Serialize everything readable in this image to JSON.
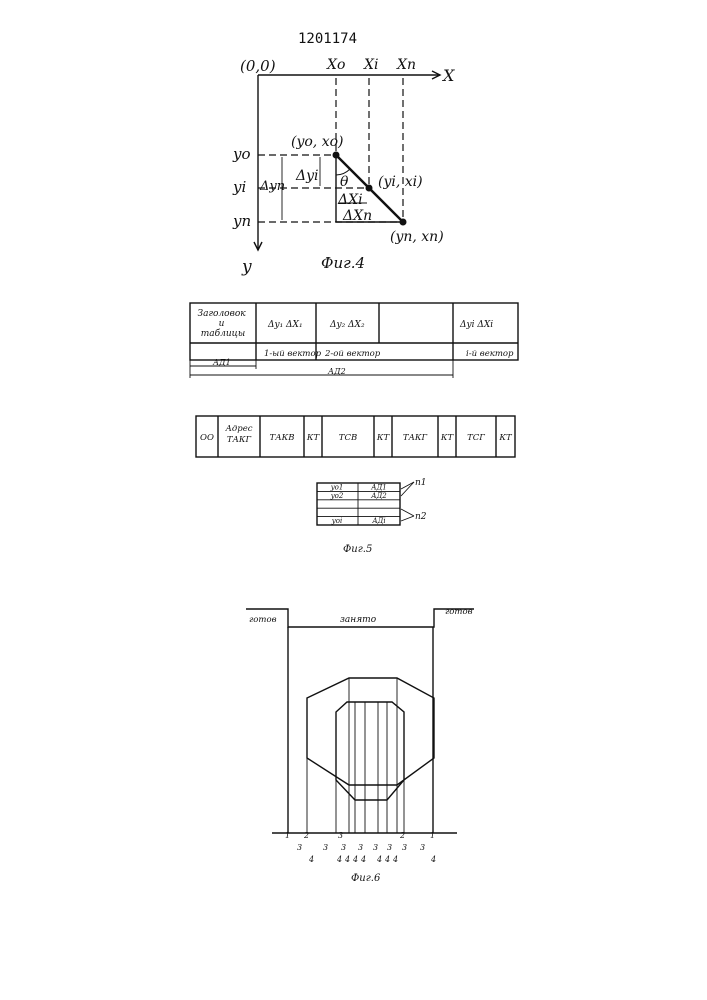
{
  "patent_number": "1201174",
  "fig4": {
    "origin": "(0,0)",
    "x_axis": "X",
    "y_axis": "y",
    "x_ticks": [
      "Xo",
      "Xi",
      "Xn"
    ],
    "y_ticks": [
      "yo",
      "yi",
      "yn"
    ],
    "point_0": "(yo, xo)",
    "point_i": "(yi, xi)",
    "point_n": "(yn, xn)",
    "delta_yn": "Δyn",
    "delta_yi": "Δyi",
    "theta": "θ",
    "delta_xi": "ΔXi",
    "delta_xn": "ΔXn",
    "caption": "Фиг.4"
  },
  "fig5": {
    "table": {
      "header_cell": "Заголовок\nи\nтаблицы",
      "cells": [
        "Δy₁ ΔX₁",
        "Δy₂ ΔX₂",
        "",
        "Δyi ΔXi"
      ],
      "vectors": [
        "1-ый вектор",
        "2-ой вектор",
        "i-й вектор"
      ],
      "ad1": "АД1",
      "ad2": "АД2"
    },
    "record": [
      "ОО",
      "Адрес\nТАКГ",
      "ТАКВ",
      "КТ",
      "ТСВ",
      "КТ",
      "ТАКГ",
      "КТ",
      "ТСГ",
      "КТ"
    ],
    "small_table": {
      "rows": [
        [
          "yo1",
          "АД1"
        ],
        [
          "yo2",
          "АД2"
        ],
        [
          "",
          ""
        ],
        [
          "",
          ""
        ],
        [
          "yoi",
          "АДi"
        ]
      ],
      "p1": "п1",
      "p2": "п2"
    },
    "caption": "Фиг.5"
  },
  "fig6": {
    "left_label": "готов",
    "busy_label": "занято",
    "right_label": "готов",
    "tick_numbers": [
      "1",
      "2",
      "3",
      "2",
      "1"
    ],
    "row1": [
      "3",
      "3",
      "3",
      "3",
      "3",
      "3",
      "3",
      "3"
    ],
    "row2": [
      "4",
      "4",
      "4",
      "4",
      "4",
      "4",
      "4",
      "4",
      "4"
    ],
    "caption": "Фиг.6"
  }
}
